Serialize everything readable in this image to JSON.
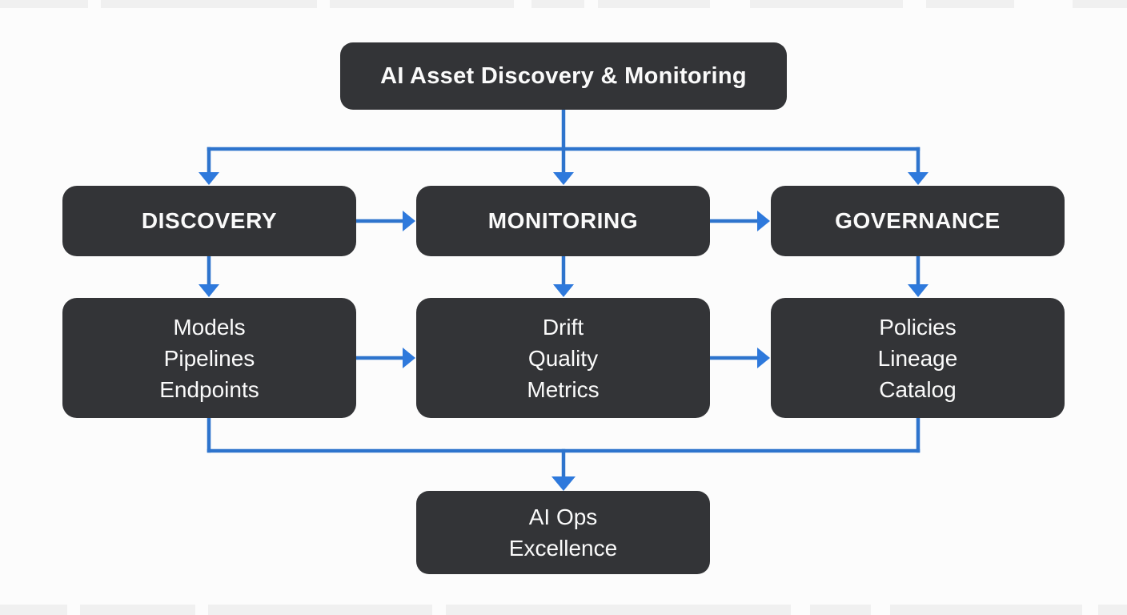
{
  "diagram": {
    "title_node": {
      "label": "AI Asset Discovery & Monitoring"
    },
    "stage_nodes": [
      {
        "id": "discovery",
        "label": "DISCOVERY"
      },
      {
        "id": "monitoring",
        "label": "MONITORING"
      },
      {
        "id": "governance",
        "label": "GOVERNANCE"
      }
    ],
    "detail_nodes": [
      {
        "id": "discovery-details",
        "lines": [
          "Models",
          "Pipelines",
          "Endpoints"
        ]
      },
      {
        "id": "monitoring-details",
        "lines": [
          "Drift",
          "Quality",
          "Metrics"
        ]
      },
      {
        "id": "governance-details",
        "lines": [
          "Policies",
          "Lineage",
          "Catalog"
        ]
      }
    ],
    "outcome_node": {
      "lines": [
        "AI Ops",
        "Excellence"
      ]
    },
    "connections": [
      {
        "from": "title",
        "to": "discovery"
      },
      {
        "from": "title",
        "to": "monitoring"
      },
      {
        "from": "title",
        "to": "governance"
      },
      {
        "from": "discovery",
        "to": "monitoring"
      },
      {
        "from": "monitoring",
        "to": "governance"
      },
      {
        "from": "discovery",
        "to": "discovery-details"
      },
      {
        "from": "monitoring",
        "to": "monitoring-details"
      },
      {
        "from": "governance",
        "to": "governance-details"
      },
      {
        "from": "discovery-details",
        "to": "monitoring-details"
      },
      {
        "from": "monitoring-details",
        "to": "governance-details"
      },
      {
        "from": "discovery-details",
        "to": "outcome"
      },
      {
        "from": "governance-details",
        "to": "outcome"
      }
    ],
    "colors": {
      "background": "#fcfcfc",
      "node_fill": "#333437",
      "node_text": "#fafafa",
      "arrow": "#2e79dc"
    }
  }
}
